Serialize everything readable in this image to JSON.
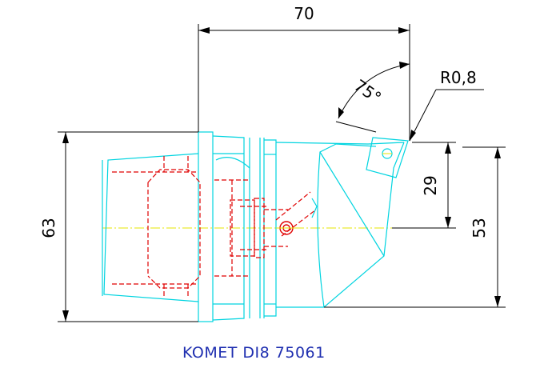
{
  "colors": {
    "outline": "#00d4e0",
    "hidden": "#e00000",
    "centerline": "#e6e600",
    "dimension": "#000000",
    "caption": "#1f2fb0"
  },
  "dimensions": {
    "length": "70",
    "angle": "75°",
    "radius": "R0,8",
    "offset": "29",
    "height_right": "53",
    "height_left": "63"
  },
  "caption": "KOMET DI8 75061"
}
